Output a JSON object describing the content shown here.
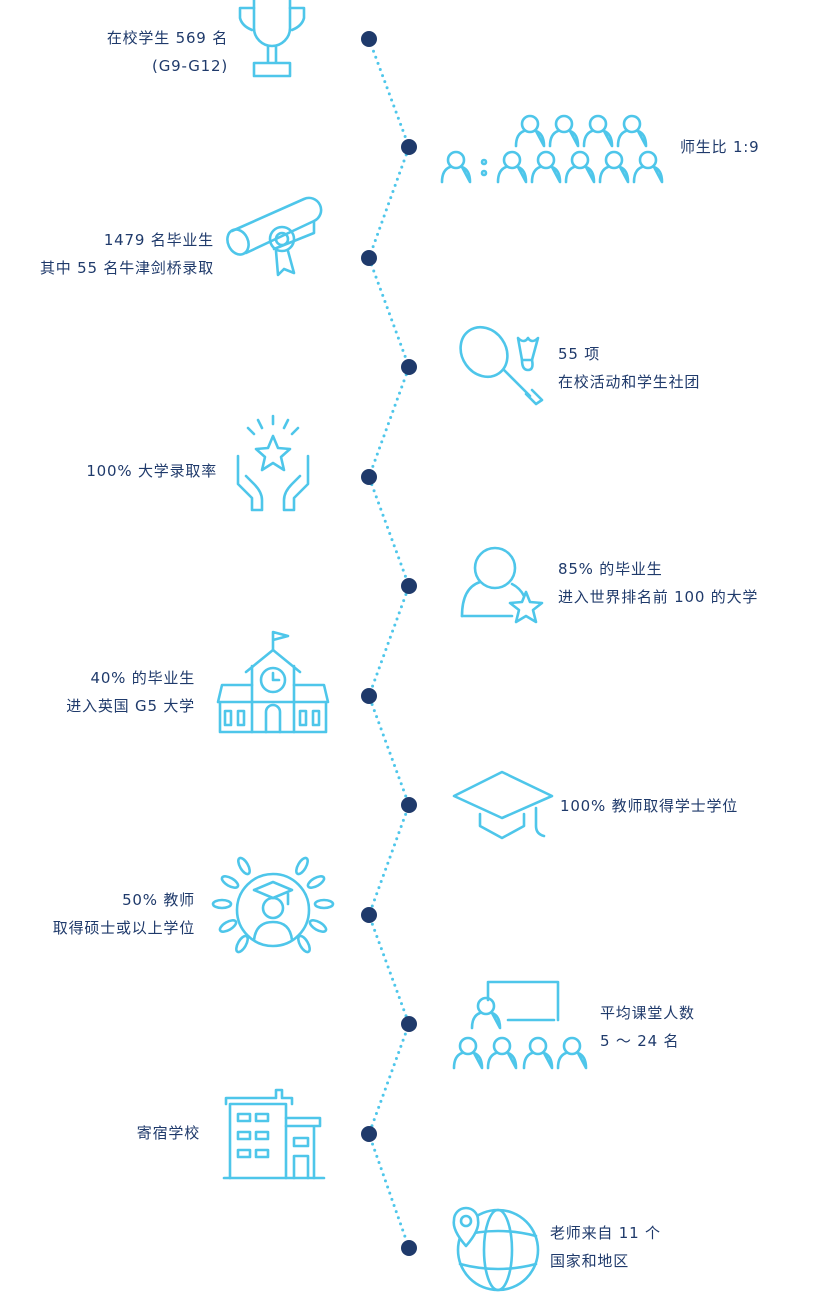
{
  "colors": {
    "text": "#1f3a6b",
    "icon": "#4ec6ea",
    "node": "#1f3a6b"
  },
  "items": [
    {
      "icon": "trophy-icon",
      "lines": [
        "在校学生 569 名",
        "(G9-G12)"
      ]
    },
    {
      "icon": "teacher-student-ratio-icon",
      "lines": [
        "师生比 1:9"
      ]
    },
    {
      "icon": "diploma-icon",
      "lines": [
        "1479 名毕业生",
        "其中 55 名牛津剑桥录取"
      ]
    },
    {
      "icon": "badminton-icon",
      "lines": [
        "55 项",
        "在校活动和学生社团"
      ]
    },
    {
      "icon": "hands-star-icon",
      "lines": [
        "100% 大学录取率"
      ]
    },
    {
      "icon": "person-star-icon",
      "lines": [
        "85% 的毕业生",
        "进入世界排名前 100 的大学"
      ]
    },
    {
      "icon": "school-building-icon",
      "lines": [
        "40% 的毕业生",
        "进入英国 G5 大学"
      ]
    },
    {
      "icon": "graduation-cap-icon",
      "lines": [
        "100% 教师取得学士学位"
      ]
    },
    {
      "icon": "laurel-graduate-icon",
      "lines": [
        "50% 教师",
        "取得硕士或以上学位"
      ]
    },
    {
      "icon": "classroom-icon",
      "lines": [
        "平均课堂人数",
        "5 ～ 24 名"
      ]
    },
    {
      "icon": "boarding-building-icon",
      "lines": [
        "寄宿学校"
      ]
    },
    {
      "icon": "globe-pin-icon",
      "lines": [
        "老师来自 11 个",
        "国家和地区"
      ]
    }
  ]
}
